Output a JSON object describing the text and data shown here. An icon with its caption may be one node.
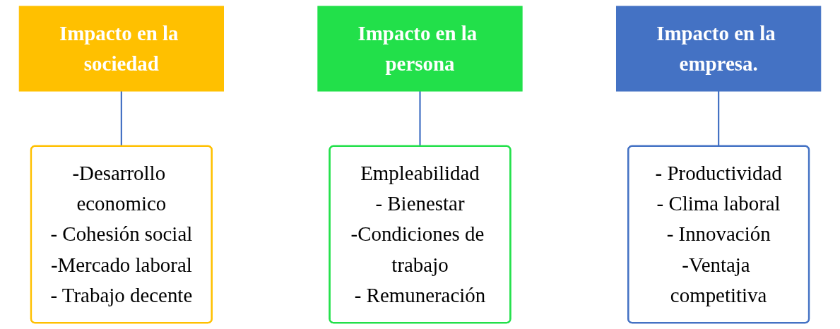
{
  "diagram": {
    "nodes": [
      {
        "text": [
          "Impacto en la sociedad"
        ]
      },
      {
        "text": [
          "-Desarrollo economico",
          "- Cohesión social",
          "-Mercado laboral",
          "- Trabajo decente"
        ]
      },
      {
        "text": [
          "Impacto en la persona"
        ]
      },
      {
        "text": [
          "Empleabilidad",
          "- Bienestar",
          "-Condiciones de trabajo",
          "- Remuneración"
        ]
      },
      {
        "text": [
          "Impacto en la empresa."
        ]
      },
      {
        "text": [
          "- Productividad",
          "- Clima laboral",
          "- Innovación",
          "-Ventaja competitiva"
        ]
      }
    ],
    "edges": [
      {
        "from": 0,
        "to": 1,
        "arrow": "none"
      },
      {
        "from": 2,
        "to": 3,
        "arrow": "none"
      },
      {
        "from": 4,
        "to": 5,
        "arrow": "none"
      }
    ]
  }
}
